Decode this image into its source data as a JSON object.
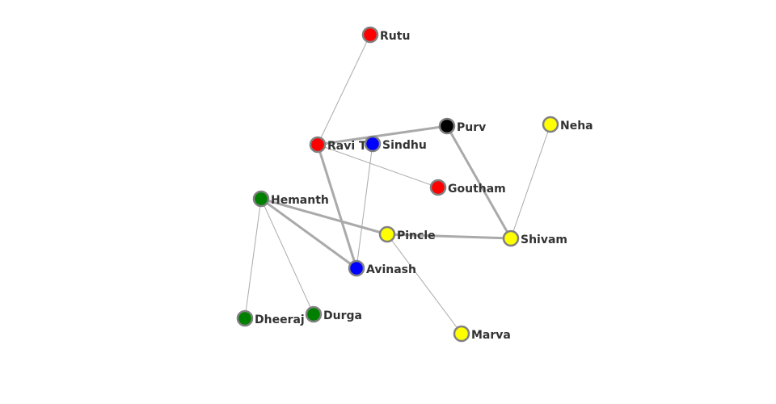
{
  "graph": {
    "nodes": [
      {
        "id": "rutu",
        "label": "Rutu",
        "color": "#ff0000"
      },
      {
        "id": "ravi",
        "label": "Ravi T",
        "color": "#ff0000"
      },
      {
        "id": "goutham",
        "label": "Goutham",
        "color": "#ff0000"
      },
      {
        "id": "purv",
        "label": "Purv",
        "color": "#000000"
      },
      {
        "id": "neha",
        "label": "Neha",
        "color": "#ffff00"
      },
      {
        "id": "hemanth",
        "label": "Hemanth",
        "color": "#008000"
      },
      {
        "id": "pincle",
        "label": "Pincle",
        "color": "#ffff00"
      },
      {
        "id": "shivam",
        "label": "Shivam",
        "color": "#ffff00"
      },
      {
        "id": "avinash",
        "label": "Avinash",
        "color": "#0000ff"
      },
      {
        "id": "dheeraj",
        "label": "Dheeraj",
        "color": "#008000"
      },
      {
        "id": "durga",
        "label": "Durga",
        "color": "#008000"
      },
      {
        "id": "marva",
        "label": "Marva",
        "color": "#ffff00"
      },
      {
        "id": "sindhu",
        "label": "Sindhu",
        "color": "#0000ff"
      }
    ],
    "edges": [
      {
        "from": "rutu",
        "to": "ravi",
        "weight": "thin"
      },
      {
        "from": "ravi",
        "to": "purv",
        "weight": "thick"
      },
      {
        "from": "ravi",
        "to": "goutham",
        "weight": "thin"
      },
      {
        "from": "ravi",
        "to": "avinash",
        "weight": "thick"
      },
      {
        "from": "sindhu",
        "to": "avinash",
        "weight": "thin"
      },
      {
        "from": "purv",
        "to": "shivam",
        "weight": "thick"
      },
      {
        "from": "neha",
        "to": "shivam",
        "weight": "thin"
      },
      {
        "from": "hemanth",
        "to": "pincle",
        "weight": "thick"
      },
      {
        "from": "hemanth",
        "to": "avinash",
        "weight": "thick"
      },
      {
        "from": "hemanth",
        "to": "dheeraj",
        "weight": "thin"
      },
      {
        "from": "hemanth",
        "to": "durga",
        "weight": "thin"
      },
      {
        "from": "pincle",
        "to": "shivam",
        "weight": "thick"
      },
      {
        "from": "pincle",
        "to": "marva",
        "weight": "thin"
      }
    ]
  }
}
